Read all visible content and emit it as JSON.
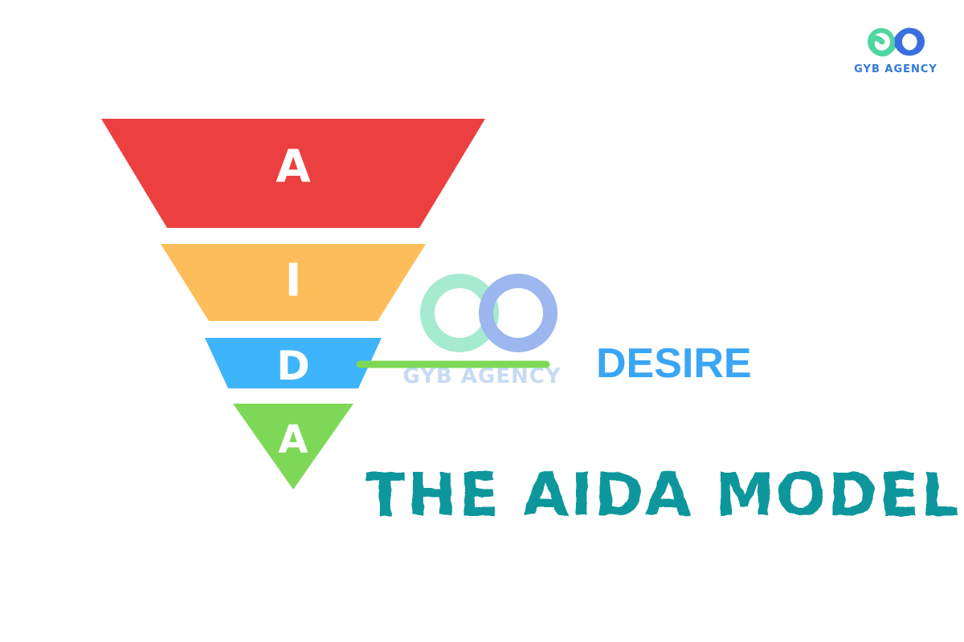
{
  "brand": {
    "name": "GYB AGENCY",
    "logo_icon": "gyb-infinity-logo-icon",
    "colors": {
      "green": "#4fd6a0",
      "blue": "#3b6fe0",
      "text": "#2f78d8"
    }
  },
  "funnel": {
    "stages": [
      {
        "letter": "A",
        "color": "#ec4040"
      },
      {
        "letter": "I",
        "color": "#fdbd5a"
      },
      {
        "letter": "D",
        "color": "#3eb5fb"
      },
      {
        "letter": "A",
        "color": "#7ed857"
      }
    ]
  },
  "callout": {
    "label": "DESIRE",
    "label_color": "#3aa5f5",
    "line_color": "#7ed857"
  },
  "watermark": {
    "text": "GYB AGENCY"
  },
  "title": {
    "text": "THE AIDA MODEL",
    "color": "#0b979c"
  }
}
